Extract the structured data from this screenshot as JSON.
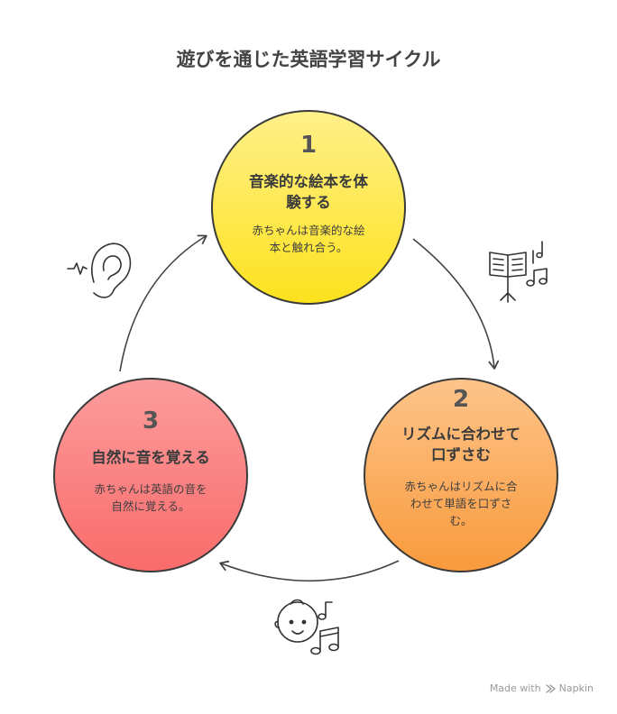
{
  "title": "遊びを通じた英語学習サイクル",
  "steps": [
    {
      "number": "1",
      "heading_l1": "音楽的な絵本を体",
      "heading_l2": "験する",
      "desc_l1": "赤ちゃんは音楽的な絵",
      "desc_l2": "本と触れ合う。",
      "color": "#fde84a"
    },
    {
      "number": "2",
      "heading_l1": "リズムに合わせて",
      "heading_l2": "口ずさむ",
      "desc_l1": "赤ちゃんはリズムに合",
      "desc_l2": "わせて単語を口ずさ",
      "desc_l3": "む。",
      "color": "#fba95c"
    },
    {
      "number": "3",
      "heading_l1": "自然に音を覚える",
      "desc_l1": "赤ちゃんは英語の音を",
      "desc_l2": "自然に覚える。",
      "color": "#fb7f80"
    }
  ],
  "icons": {
    "top_right": "music-stand-notes-icon",
    "bottom": "baby-music-notes-icon",
    "left": "ear-sound-icon"
  },
  "footer": {
    "made_with": "Made with",
    "brand": "Napkin"
  }
}
